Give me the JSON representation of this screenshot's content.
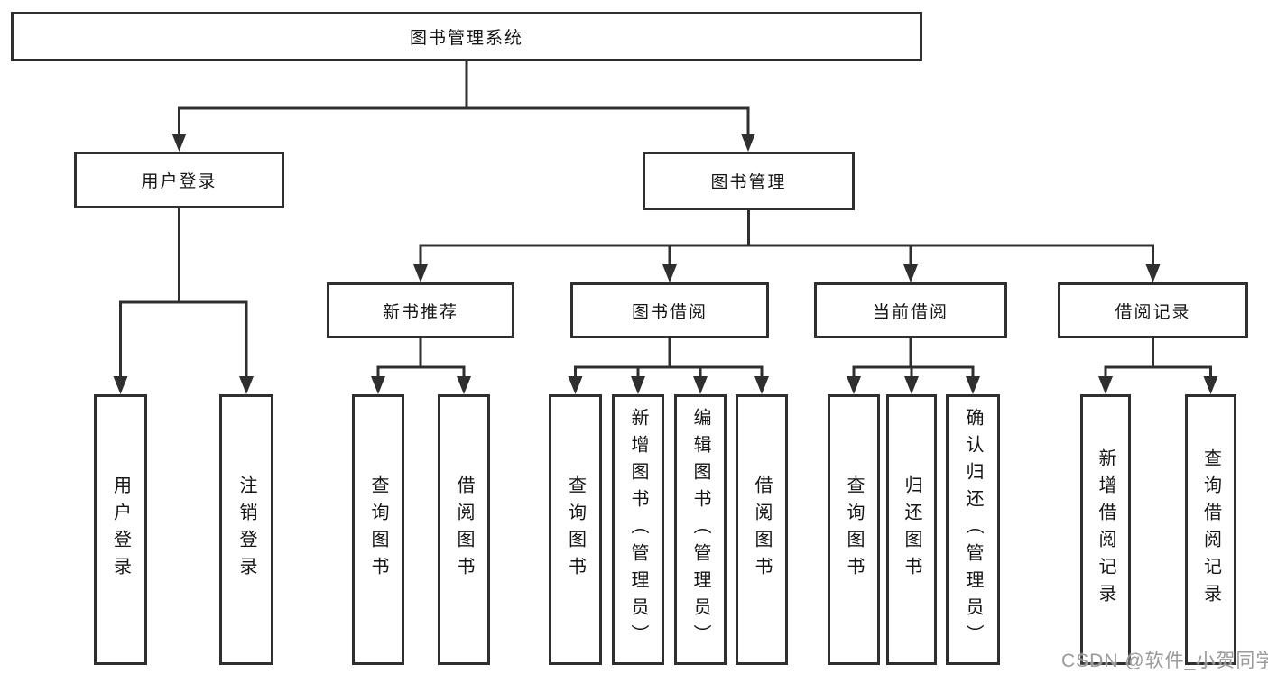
{
  "diagram": {
    "title": "图书管理系统",
    "tree": {
      "label": "图书管理系统",
      "children": [
        {
          "label": "用户登录",
          "children": [
            {
              "label": "用户登录"
            },
            {
              "label": "注销登录"
            }
          ]
        },
        {
          "label": "图书管理",
          "children": [
            {
              "label": "新书推荐",
              "children": [
                {
                  "label": "查询图书"
                },
                {
                  "label": "借阅图书"
                }
              ]
            },
            {
              "label": "图书借阅",
              "children": [
                {
                  "label": "查询图书"
                },
                {
                  "label": "新增图书（管理员）"
                },
                {
                  "label": "编辑图书（管理员）"
                },
                {
                  "label": "借阅图书"
                }
              ]
            },
            {
              "label": "当前借阅",
              "children": [
                {
                  "label": "查询图书"
                },
                {
                  "label": "归还图书"
                },
                {
                  "label": "确认归还（管理员）"
                }
              ]
            },
            {
              "label": "借阅记录",
              "children": [
                {
                  "label": "新增借阅记录"
                },
                {
                  "label": "查询借阅记录"
                }
              ]
            }
          ]
        }
      ]
    },
    "watermark": "CSDN @软件_小贺同学",
    "colors": {
      "line": "#2f2f2f",
      "text": "#151515",
      "watermark": "#9b9b9b",
      "background": "#ffffff"
    }
  }
}
